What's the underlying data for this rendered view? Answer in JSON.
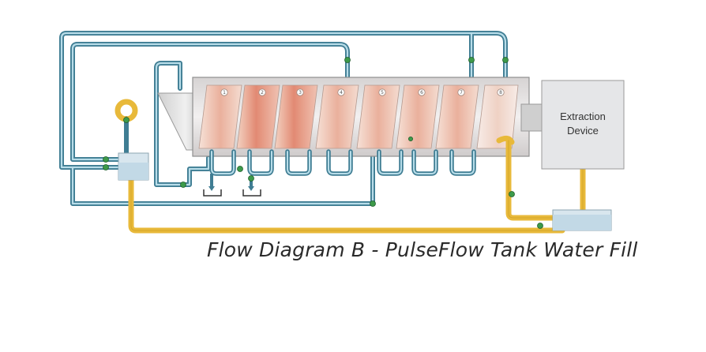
{
  "diagram": {
    "caption": "Flow Diagram B - PulseFlow Tank Water Fill",
    "device_label_line1": "Extraction",
    "device_label_line2": "Device",
    "chamber_numbers": [
      "1",
      "2",
      "3",
      "4",
      "5",
      "6",
      "7",
      "8"
    ],
    "colors": {
      "water_line": "#3f7d93",
      "water_light": "#b8dde9",
      "return_line": "#e8b93a",
      "valve": "#3d9a4a",
      "tank": "#d8e6ee",
      "drum_body": "#e7e4e4",
      "chamber_warm": "#e7a08a",
      "device_box": "#e5e6e8"
    }
  }
}
